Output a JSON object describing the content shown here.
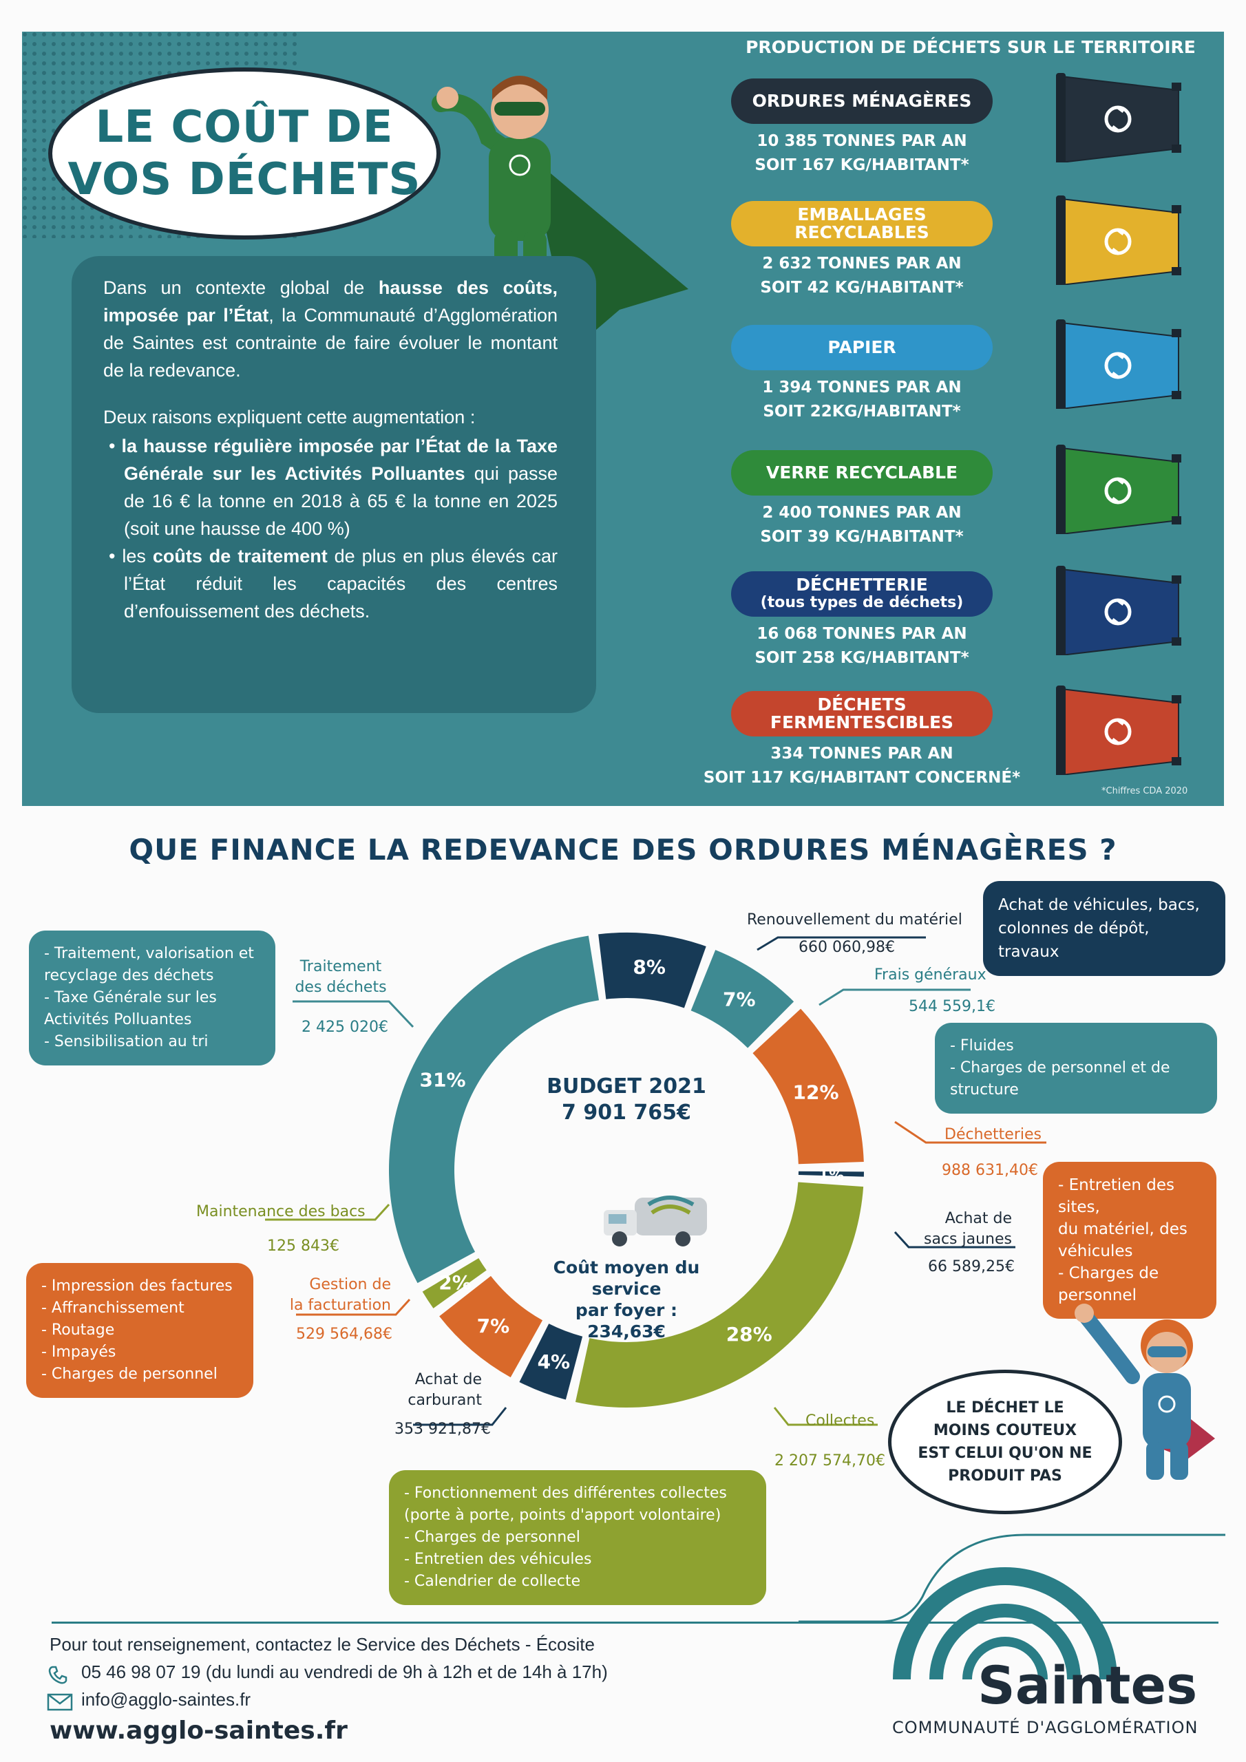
{
  "header": {
    "title_line1": "LE COÛT DE",
    "title_line2": "VOS DÉCHETS",
    "production_heading": "PRODUCTION DE DÉCHETS SUR LE TERRITOIRE",
    "footnote": "*Chiffres CDA 2020"
  },
  "intro": {
    "p1_a": "Dans un contexte global de ",
    "p1_b": "hausse des coûts, imposée par l’État",
    "p1_c": ", la Communauté d’Agglomération de Saintes est contrainte de faire évoluer le montant de la redevance.",
    "p2": "Deux raisons expliquent cette augmentation :",
    "b1_a": "• ",
    "b1_b": "la hausse régulière imposée par l’État de la Taxe Générale sur les Activités Polluantes",
    "b1_c": " qui passe de 16 € la tonne en 2018 à 65 € la tonne en 2025 (soit une hausse de 400 %)",
    "b2_a": "• les ",
    "b2_b": "coûts de traitement",
    "b2_c": " de plus en plus élevés car l’État réduit les capacités des centres d’enfouissement des déchets."
  },
  "waste": [
    {
      "name": "ORDURES MÉNAGÈRES",
      "line1": "10 385 TONNES PAR AN",
      "line2": "SOIT 167 KG/HABITANT*",
      "color": "#24303c"
    },
    {
      "name": "EMBALLAGES RECYCLABLES",
      "line1": "2 632 TONNES PAR AN",
      "line2": "SOIT 42 KG/HABITANT*",
      "color": "#e3b12c"
    },
    {
      "name": "PAPIER",
      "line1": "1 394 TONNES PAR AN",
      "line2": "SOIT 22KG/HABITANT*",
      "color": "#2f95c9"
    },
    {
      "name": "VERRE RECYCLABLE",
      "line1": "2 400 TONNES PAR AN",
      "line2": "SOIT 39 KG/HABITANT*",
      "color": "#2f8b3a"
    },
    {
      "name": "DÉCHETTERIE",
      "name2": "(tous types de déchets)",
      "line1": "16 068 TONNES PAR AN",
      "line2": "SOIT 258 KG/HABITANT*",
      "color": "#1c3f78"
    },
    {
      "name": "DÉCHETS FERMENTESCIBLES",
      "line1": "334 TONNES PAR AN",
      "line2": "SOIT 117 KG/HABITANT CONCERNÉ*",
      "color": "#c4452d"
    }
  ],
  "section": {
    "title": "QUE FINANCE LA REDEVANCE DES ORDURES MÉNAGÈRES ?",
    "budget_label": "BUDGET 2021",
    "budget_value": "7 901 765€",
    "cost_line1": "Coût moyen du service",
    "cost_line2": "par foyer :",
    "cost_value": "234,63€",
    "cloud_l1": "LE DÉCHET LE",
    "cloud_l2": "MOINS COUTEUX",
    "cloud_l3": "EST CELUI QU'ON NE",
    "cloud_l4": "PRODUIT PAS"
  },
  "chart_data": {
    "type": "pie",
    "title": "BUDGET 2021",
    "total": "7 901 765€",
    "slices": [
      {
        "name": "Renouvellement du matériel",
        "percent": 8,
        "value": "660 060,98€",
        "color": "#173a56"
      },
      {
        "name": "Frais généraux",
        "percent": 7,
        "value": "544 559,1€",
        "color": "#3e8a92"
      },
      {
        "name": "Déchetteries",
        "percent": 12,
        "value": "988 631,40€",
        "color": "#d9692a"
      },
      {
        "name": "Achat de sacs jaunes",
        "percent": 1,
        "value": "66 589,25€",
        "color": "#173a56"
      },
      {
        "name": "Collectes",
        "percent": 28,
        "value": "2 207 574,70€",
        "color": "#8ea230"
      },
      {
        "name": "Achat de carburant",
        "percent": 4,
        "value": "353 921,87€",
        "color": "#173a56"
      },
      {
        "name": "Gestion de la facturation",
        "percent": 7,
        "value": "529 564,68€",
        "color": "#d9692a"
      },
      {
        "name": "Maintenance des bacs",
        "percent": 2,
        "value": "125 843€",
        "color": "#8ea230"
      },
      {
        "name": "Traitement des déchets",
        "percent": 31,
        "value": "2 425 020€",
        "color": "#3e8a92"
      }
    ]
  },
  "labels": {
    "renouv_name": "Renouvellement du matériel",
    "frais_name": "Frais généraux",
    "dechetteries_name": "Déchetteries",
    "sacs_name1": "Achat de",
    "sacs_name2": "sacs jaunes",
    "collectes_name": "Collectes",
    "carburant_name1": "Achat de",
    "carburant_name2": "carburant",
    "facturation_name1": "Gestion de",
    "facturation_name2": "la facturation",
    "maintenance_name": "Maintenance des bacs",
    "traitement_name1": "Traitement",
    "traitement_name2": "des déchets"
  },
  "boxes": {
    "vehicules": [
      "Achat de véhicules, bacs,",
      "colonnes de dépôt, travaux"
    ],
    "traitement": [
      "- Traitement, valorisation et",
      "recyclage des déchets",
      "- Taxe Générale sur les",
      "Activités Polluantes",
      "- Sensibilisation au tri"
    ],
    "frais": [
      "- Fluides",
      "- Charges de personnel et de",
      "structure"
    ],
    "dechetteries": [
      "- Entretien des sites,",
      "du matériel, des",
      "véhicules",
      "- Charges de",
      "personnel"
    ],
    "facturation": [
      "- Impression des factures",
      "- Affranchissement",
      "- Routage",
      "- Impayés",
      "- Charges de personnel"
    ],
    "collectes": [
      "- Fonctionnement des différentes collectes",
      "(porte à porte, points d'apport volontaire)",
      "- Charges de personnel",
      "- Entretien des véhicules",
      "- Calendrier de collecte"
    ]
  },
  "footer": {
    "line1": "Pour tout renseignement, contactez le Service des Déchets - Écosite",
    "phone": "05 46 98 07 19 (du lundi au vendredi de 9h à 12h et de 14h à 17h)",
    "email": "info@agglo-saintes.fr",
    "website": "www.agglo-saintes.fr",
    "logo_name": "Saintes",
    "logo_sub": "COMMUNAUTÉ D'AGGLOMÉRATION"
  }
}
